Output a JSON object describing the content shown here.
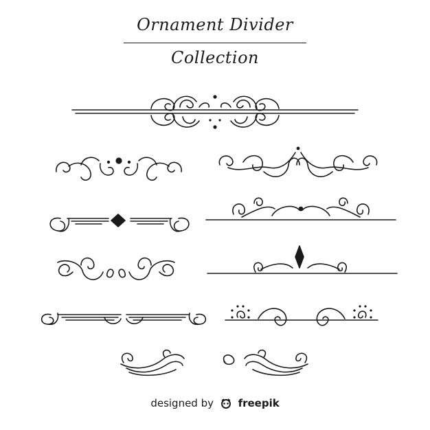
{
  "header": {
    "title_line1": "Ornament Divider",
    "title_line2": "Collection"
  },
  "ornaments": [
    "ornament-divider-1",
    "ornament-divider-2",
    "ornament-divider-3",
    "ornament-divider-4",
    "ornament-divider-5",
    "ornament-divider-6",
    "ornament-divider-7",
    "ornament-divider-8",
    "ornament-divider-9",
    "ornament-divider-10"
  ],
  "footer": {
    "credit_prefix": "designed by",
    "brand_icon": "freepik-logo-icon",
    "brand_name": "freepik"
  },
  "colors": {
    "ink": "#1a1a1a",
    "background": "#ffffff"
  }
}
